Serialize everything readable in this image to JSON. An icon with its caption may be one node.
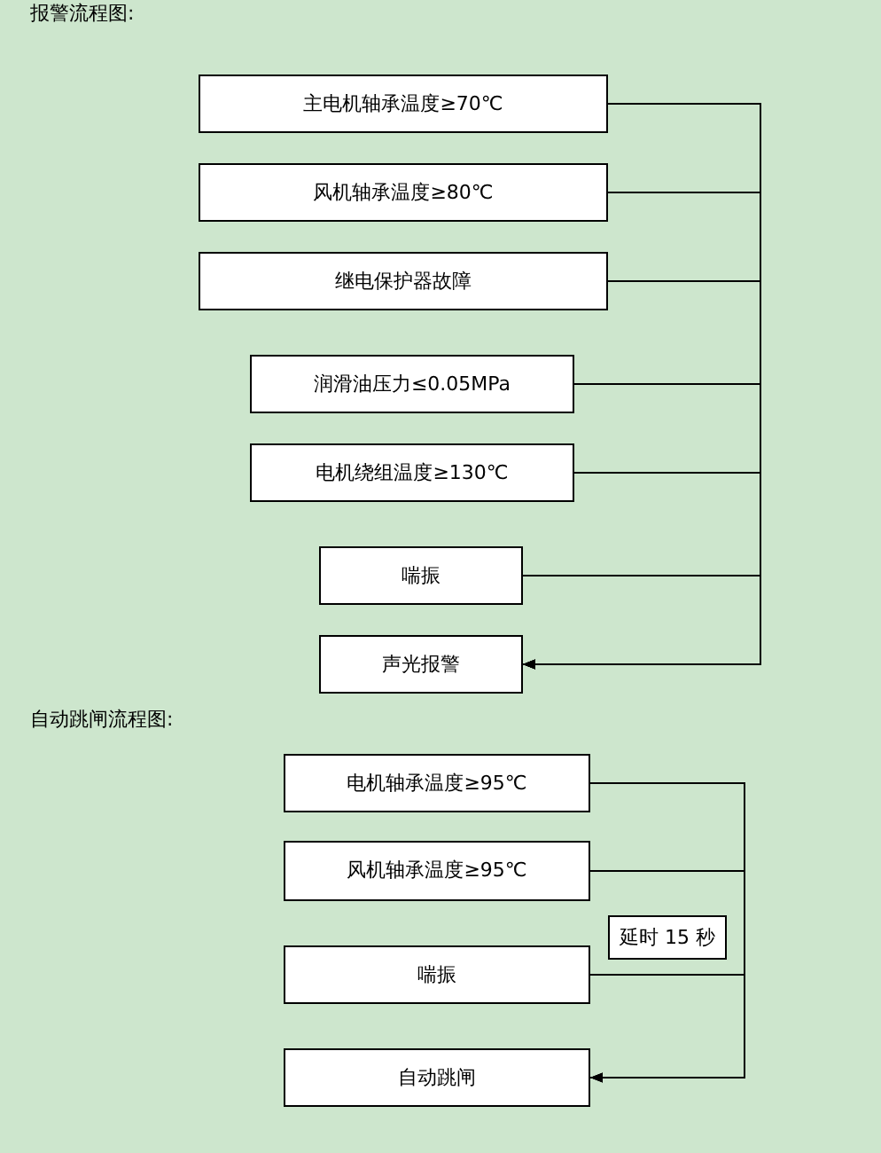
{
  "diagram": {
    "nodes": [
      {
        "text": [
          "主电机轴承温度≥70℃"
        ]
      },
      {
        "text": [
          "风机轴承温度≥80℃"
        ]
      },
      {
        "text": [
          "继电保护器故障"
        ]
      },
      {
        "text": [
          "润滑油压力≤0.05MPa"
        ]
      },
      {
        "text": [
          "电机绕组温度≥130℃"
        ]
      },
      {
        "text": [
          "喘振"
        ]
      },
      {
        "text": [
          "声光报警"
        ]
      },
      {
        "text": [
          "电机轴承温度≥95℃"
        ]
      },
      {
        "text": [
          "风机轴承温度≥95℃"
        ]
      },
      {
        "text": [
          "延时 15 秒"
        ]
      },
      {
        "text": [
          "喘振"
        ]
      },
      {
        "text": [
          "自动跳闸"
        ]
      }
    ],
    "edges": [
      {
        "from": 0,
        "to": 6,
        "arrow": "to"
      },
      {
        "from": 1,
        "to": 6,
        "arrow": "to"
      },
      {
        "from": 2,
        "to": 6,
        "arrow": "to"
      },
      {
        "from": 3,
        "to": 6,
        "arrow": "to"
      },
      {
        "from": 4,
        "to": 6,
        "arrow": "to"
      },
      {
        "from": 5,
        "to": 6,
        "arrow": "to"
      },
      {
        "from": 7,
        "to": 11,
        "arrow": "to"
      },
      {
        "from": 8,
        "to": 11,
        "arrow": "to"
      },
      {
        "from": 10,
        "to": 11,
        "arrow": "to"
      }
    ],
    "labels": [
      "报警流程图:",
      "自动跳闸流程图:"
    ]
  }
}
